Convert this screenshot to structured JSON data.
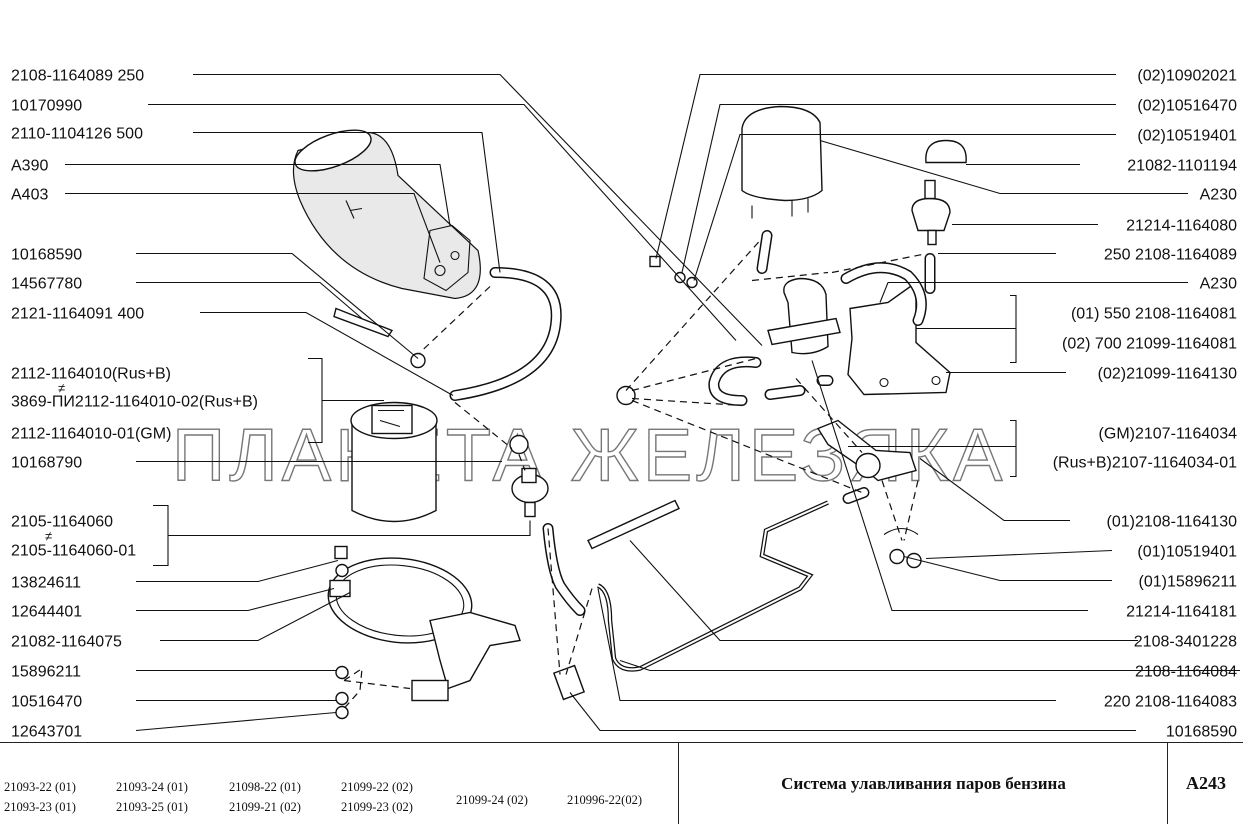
{
  "labels_left": [
    "2108-1164089  250",
    "10170990",
    "2110-1104126  500",
    "A390",
    "A403",
    "10168590",
    "14567780",
    "2121-1164091  400",
    "2112-1164010(Rus+B)",
    "3869-ПИ2112-1164010-02(Rus+B)",
    "2112-1164010-01(GM)",
    "10168790",
    "2105-1164060",
    "2105-1164060-01",
    "13824611",
    "12644401",
    "21082-1164075",
    "15896211",
    "10516470",
    "12643701"
  ],
  "labels_right": [
    "(02)10902021",
    "(02)10516470",
    "(02)10519401",
    "21082-1101194",
    "A230",
    "21214-1164080",
    "250  2108-1164089",
    "A230",
    "(01) 550    2108-1164081",
    "(02) 700  21099-1164081",
    "(02)21099-1164130",
    "(GM)2107-1164034",
    "(Rus+B)2107-1164034-01",
    "(01)2108-1164130",
    "(01)10519401",
    "(01)15896211",
    "21214-1164181",
    "2108-3401228",
    "2108-1164084",
    "220  2108-1164083",
    "10168590"
  ],
  "alt_symbol": "≠",
  "watermark": "ПЛАНЕТА ЖЕЛЕЗЯКА",
  "title_block": {
    "models": [
      "21093-22 (01)",
      "21093-23 (01)",
      "21093-24 (01)",
      "21093-25 (01)",
      "21098-22 (01)",
      "21099-21 (02)",
      "21099-22 (02)",
      "21099-23 (02)",
      "21099-24 (02)",
      "210996-22(02)"
    ],
    "title": "Система улавливания паров бензина",
    "code": "А243"
  }
}
